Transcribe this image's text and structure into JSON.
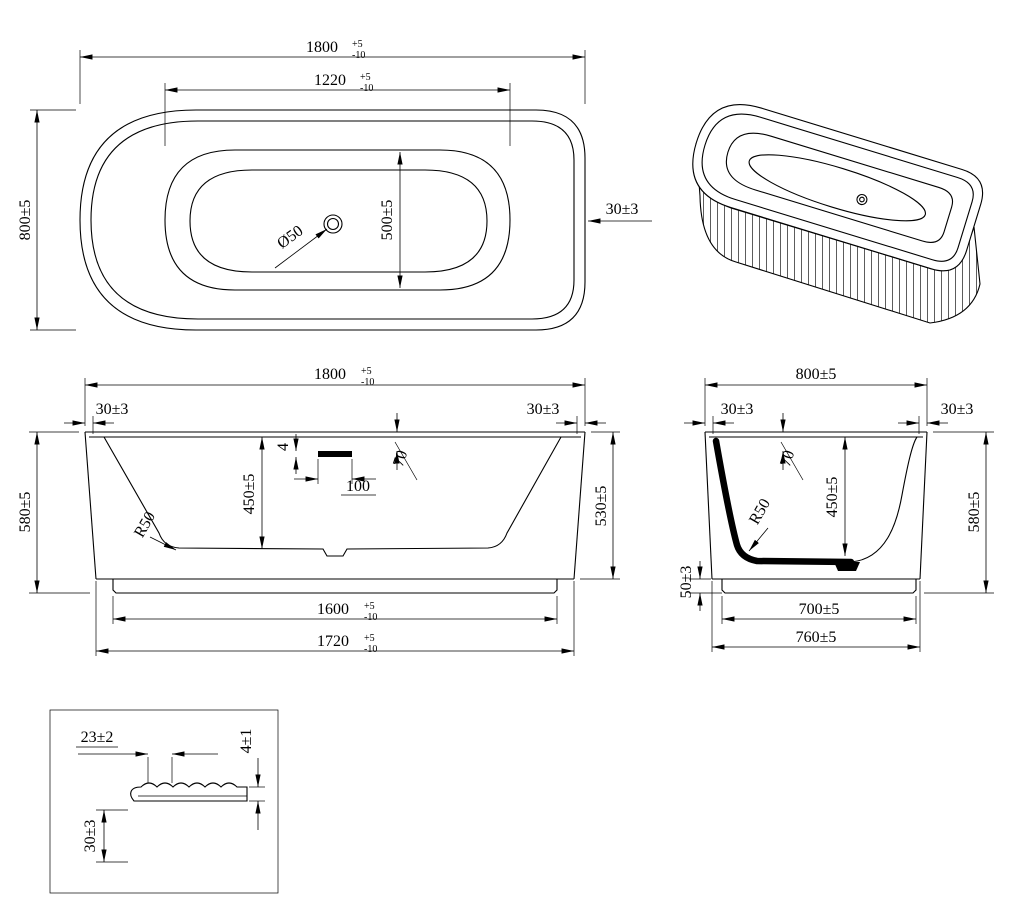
{
  "top_view": {
    "width": "1800",
    "width_tol_up": "+5",
    "width_tol_dn": "-10",
    "inner_width": "1220",
    "inner_width_tol_up": "+5",
    "inner_width_tol_dn": "-10",
    "depth": "800±5",
    "inner_depth": "500±5",
    "drain_diameter": "Ø50",
    "wall_thickness": "30±3"
  },
  "front_view": {
    "width": "1800",
    "width_tol_up": "+5",
    "width_tol_dn": "-10",
    "wall_left": "30±3",
    "wall_right": "30±3",
    "height": "580±5",
    "inner_depth": "450±5",
    "height_right": "530±5",
    "overflow_height": "4",
    "overflow_drop": "70",
    "overflow_width": "100",
    "corner_radius": "R50",
    "base_width": "1600",
    "base_tol_up": "+5",
    "base_tol_dn": "-10",
    "bottom_width": "1720",
    "bottom_tol_up": "+5",
    "bottom_tol_dn": "-10"
  },
  "side_view": {
    "width": "800±5",
    "wall_left": "30±3",
    "wall_right": "30±3",
    "overflow_drop": "70",
    "inner_depth": "450±5",
    "height": "580±5",
    "corner_radius": "R50",
    "base_height": "50±3",
    "base_width": "700±5",
    "bottom_width": "760±5"
  },
  "detail_view": {
    "rim_width": "23±2",
    "rim_thickness": "4±1",
    "rim_height": "30±3"
  }
}
